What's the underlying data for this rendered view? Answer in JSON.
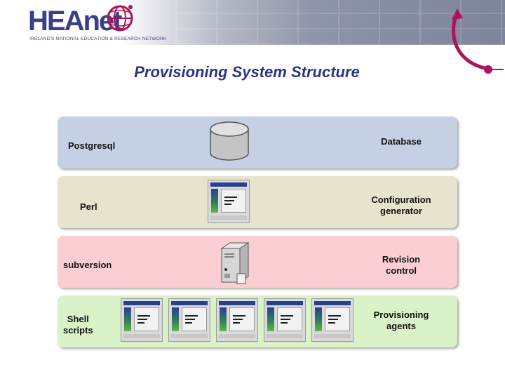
{
  "logo": {
    "name": "HEAnet",
    "tagline": "IRELAND'S NATIONAL EDUCATION & RESEARCH NETWORK"
  },
  "title": "Provisioning System Structure",
  "layers": [
    {
      "left": "Postgresql",
      "right": "Database",
      "icon": "database-cylinder-icon",
      "color": "#c5d0e4"
    },
    {
      "left": "Perl",
      "right_lines": [
        "Configuration",
        "generator"
      ],
      "icon": "application-window-icon",
      "color": "#e8e3cd"
    },
    {
      "left": "subversion",
      "right_lines": [
        "Revision",
        "control"
      ],
      "icon": "server-icon",
      "color": "#fbcfd2"
    },
    {
      "left_lines": [
        "Shell",
        "scripts"
      ],
      "right_lines": [
        "Provisioning",
        "agents"
      ],
      "icon": "application-window-icon",
      "icon_count": 5,
      "color": "#d9f2c8"
    }
  ],
  "colors": {
    "title": "#2e3580",
    "logo": "#3b3f86",
    "accent": "#b0125a"
  }
}
